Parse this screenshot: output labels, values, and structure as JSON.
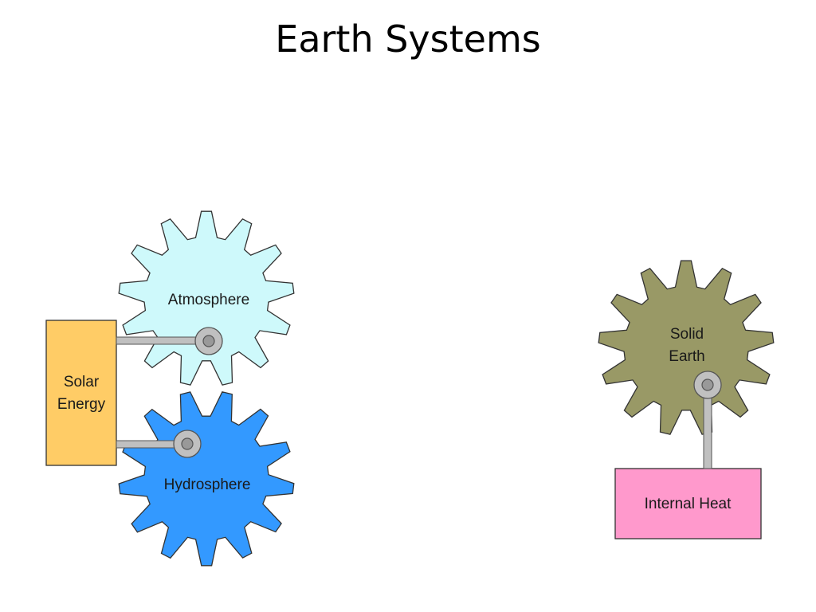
{
  "title": "Earth Systems",
  "colors": {
    "atmosphere": "#cef9fb",
    "hydrosphere": "#3399ff",
    "solid_earth": "#999966",
    "solar_energy": "#ffcc66",
    "internal_heat": "#ff99cc",
    "axle": "#c0c0c0",
    "outline": "#333333"
  },
  "diagram": {
    "gears": {
      "atmosphere": {
        "label": "Atmosphere"
      },
      "hydrosphere": {
        "label": "Hydrosphere"
      },
      "solid_earth": {
        "label_line1": "Solid",
        "label_line2": "Earth"
      }
    },
    "sources": {
      "solar_energy": {
        "label_line1": "Solar",
        "label_line2": "Energy"
      },
      "internal_heat": {
        "label": "Internal Heat"
      }
    }
  }
}
